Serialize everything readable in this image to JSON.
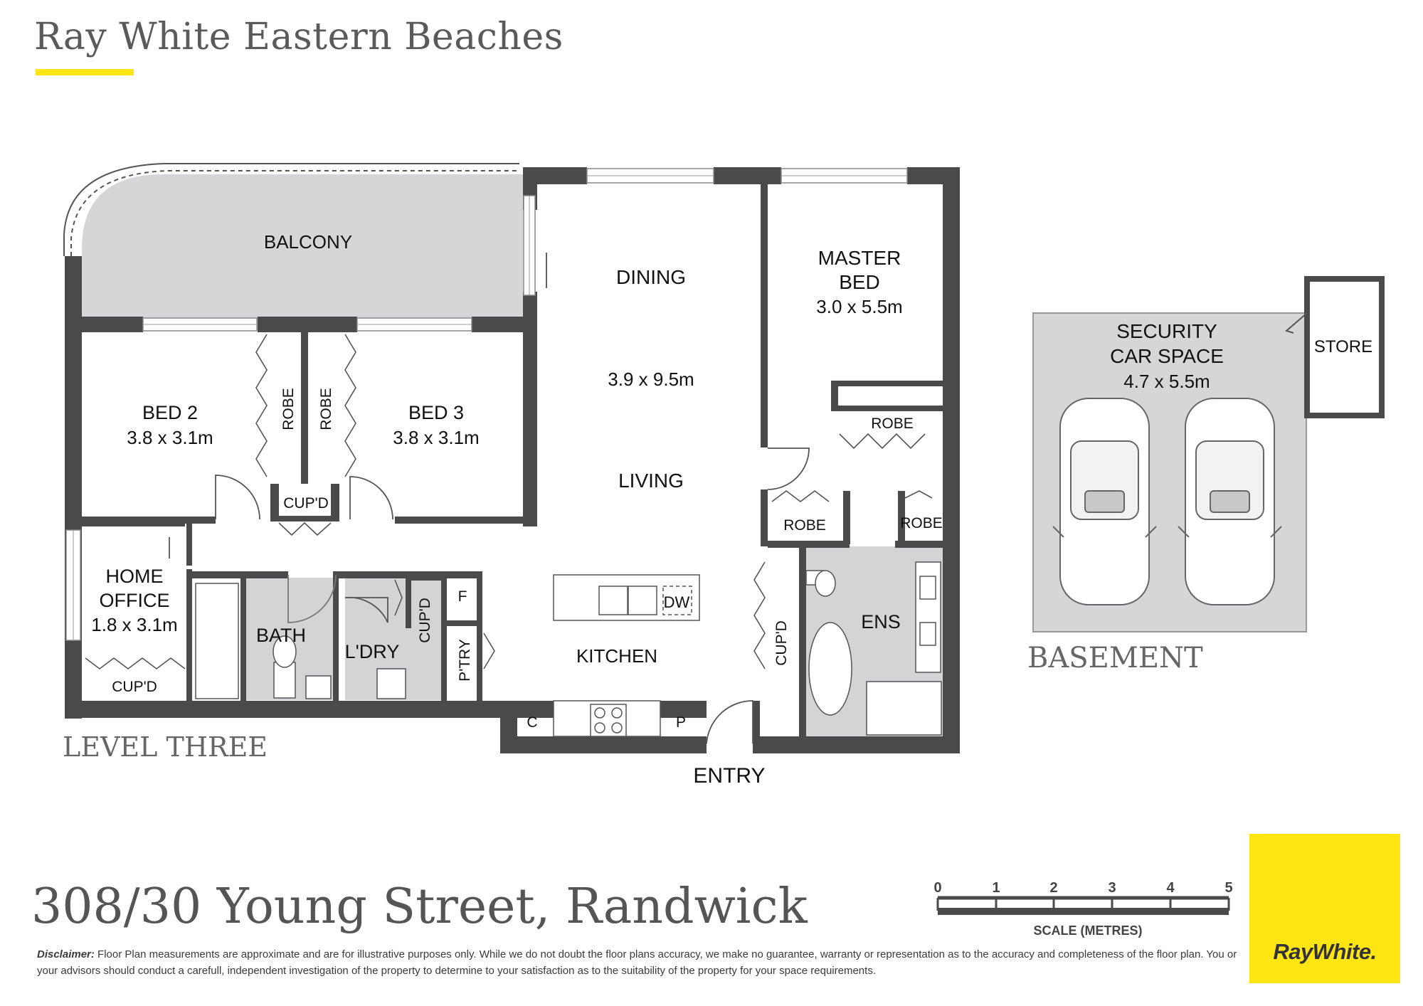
{
  "header": {
    "title": "Ray White Eastern Beaches"
  },
  "plan": {
    "level_label": "LEVEL THREE",
    "basement_label": "BASEMENT",
    "entry_label": "ENTRY",
    "rooms": {
      "balcony": "BALCONY",
      "dining": "DINING",
      "living_dims": "3.9 x 9.5m",
      "living": "LIVING",
      "kitchen": "KITCHEN",
      "dw": "DW",
      "master_line1": "MASTER",
      "master_line2": "BED",
      "master_dims": "3.0 x 5.5m",
      "robe": "ROBE",
      "bed2": "BED 2",
      "bed2_dims": "3.8 x 3.1m",
      "bed3": "BED 3",
      "bed3_dims": "3.8 x 3.1m",
      "cupd": "CUP'D",
      "office_line1": "HOME",
      "office_line2": "OFFICE",
      "office_dims": "1.8 x 3.1m",
      "bath": "BATH",
      "ldry": "L'DRY",
      "ptry": "P'TRY",
      "f": "F",
      "c": "C",
      "p": "P",
      "ens": "ENS",
      "car_line1": "SECURITY",
      "car_line2": "CAR SPACE",
      "car_dims": "4.7 x 5.5m",
      "store": "STORE"
    }
  },
  "scale": {
    "ticks": [
      "0",
      "1",
      "2",
      "3",
      "4",
      "5"
    ],
    "label": "SCALE (METRES)"
  },
  "address": "308/30 Young Street, Randwick",
  "disclaimer": {
    "label": "Disclaimer:",
    "text": " Floor Plan measurements are approximate and are for illustrative purposes only. While we do not doubt the floor plans accuracy, we make no guarantee, warranty or representation as to the accuracy and completeness of the floor plan. You or your advisors should conduct a carefull, independent investigation of the property to determine to your satisfaction as to the suitability of the property for your space requirements."
  },
  "logo": {
    "text": "RayWhite."
  },
  "colors": {
    "brand_yellow": "#ffe512",
    "wall": "#4a4a4a",
    "shade": "#d4d4d6"
  }
}
